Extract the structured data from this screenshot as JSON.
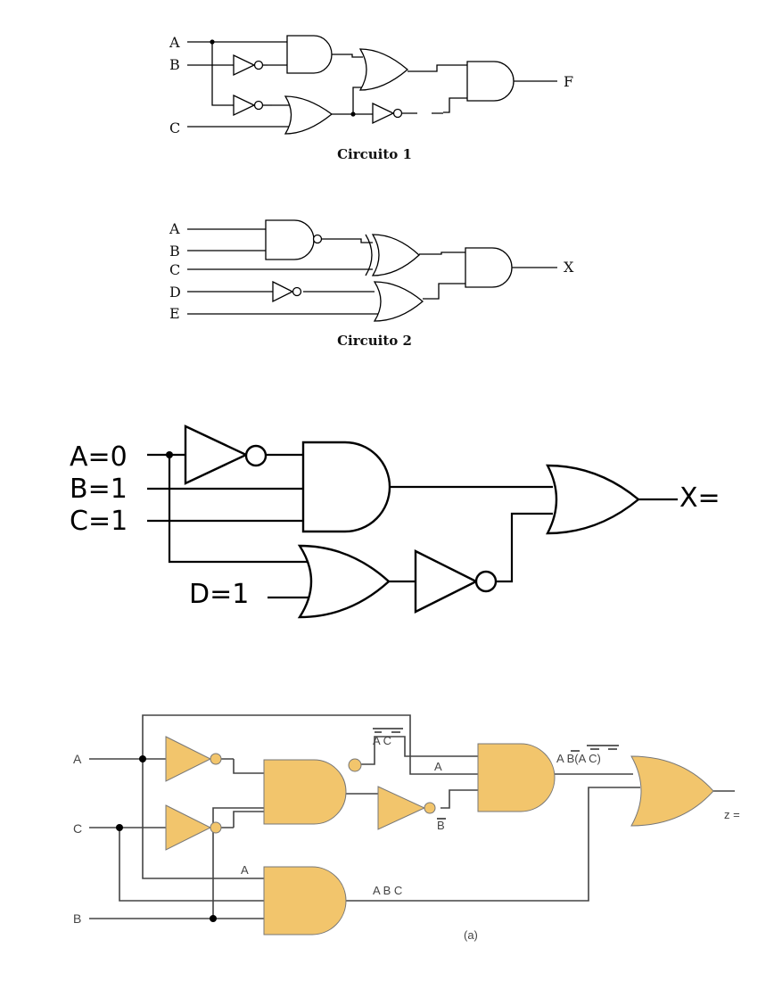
{
  "circuit1": {
    "inputs": [
      "A",
      "B",
      "C"
    ],
    "output": "F",
    "caption": "Circuito 1"
  },
  "circuit2": {
    "inputs": [
      "A",
      "B",
      "C",
      "D",
      "E"
    ],
    "output": "X",
    "caption": "Circuito 2"
  },
  "circuit3": {
    "inputs": [
      "A=0",
      "B=1",
      "C=1",
      "D=1"
    ],
    "output": "X="
  },
  "circuit4": {
    "inputs": [
      "A",
      "C",
      "B"
    ],
    "labels": {
      "nand_out": "A C",
      "and_in_a": "A",
      "b_bar": "B",
      "and_out": "A B(A C)",
      "and_low_in": "A",
      "and_low_out": "A B C",
      "output": "z =",
      "caption": "(a)"
    },
    "gate_color": "#f2c56c"
  }
}
